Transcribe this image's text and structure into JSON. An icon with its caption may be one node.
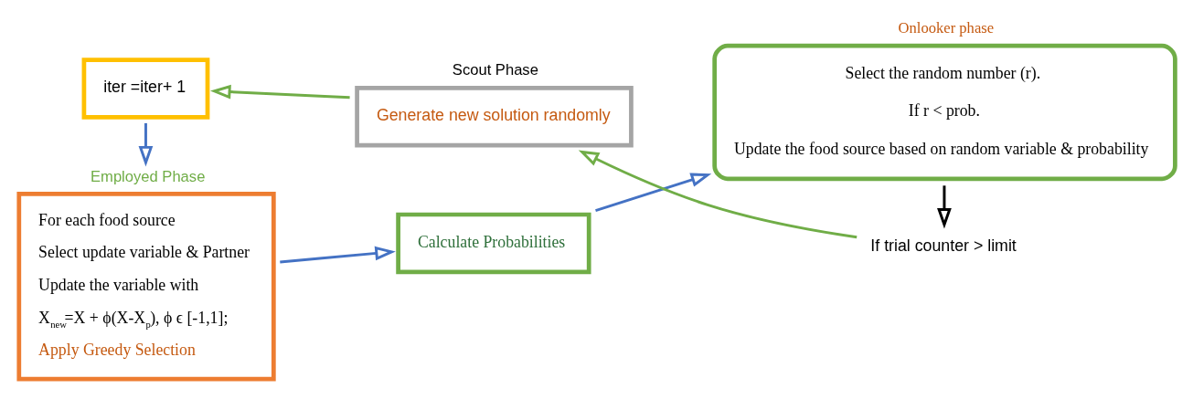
{
  "diagram": {
    "nodes": [
      {
        "text": [
          "Employed Phase",
          "For each food source",
          "Select update variable & Partner",
          "Update the variable with",
          "X$_{new}$=X + ϕ(X-X$_{p}$), ϕ ϵ [-1,1];",
          "Apply Greedy Selection"
        ]
      },
      {
        "text": [
          "Calculate Probabilities"
        ]
      },
      {
        "text": [
          "Onlooker phase",
          "Select the random number (r).",
          "If r < prob.",
          "Update the food source based on random variable & probability"
        ]
      },
      {
        "text": [
          "If trial counter > limit"
        ]
      },
      {
        "text": [
          "Scout Phase",
          "Generate new solution randomly"
        ]
      },
      {
        "text": [
          "iter =iter+ 1"
        ]
      }
    ],
    "edges": [
      {
        "from": 0,
        "to": 1,
        "arrow": "to"
      },
      {
        "from": 1,
        "to": 2,
        "arrow": "to"
      },
      {
        "from": 2,
        "to": 3,
        "arrow": "to",
        "color": "#000000"
      },
      {
        "from": 3,
        "to": 4,
        "arrow": "to",
        "color": "#70ad47"
      },
      {
        "from": 4,
        "to": 5,
        "arrow": "to",
        "color": "#70ad47"
      },
      {
        "from": 5,
        "to": 0,
        "arrow": "to"
      }
    ]
  }
}
